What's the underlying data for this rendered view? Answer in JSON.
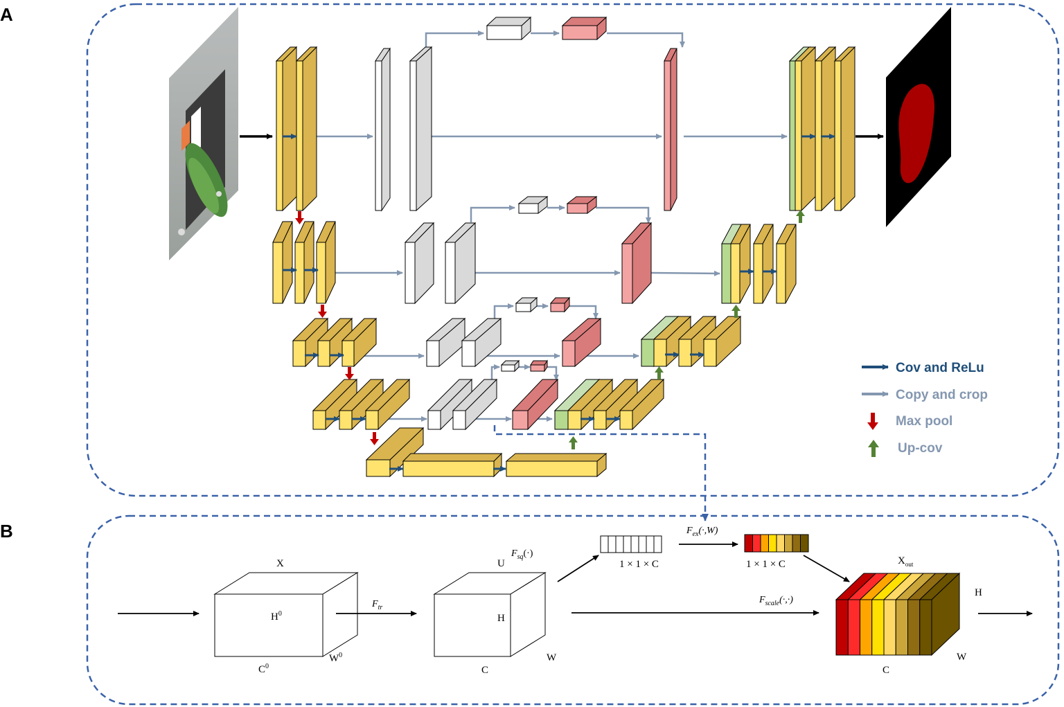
{
  "panels": {
    "a": "A",
    "b": "B"
  },
  "legend": {
    "items": [
      {
        "label": "Cov and ReLu",
        "color": "#1f4e79"
      },
      {
        "label": "Copy and crop",
        "color": "#8497b0"
      },
      {
        "label": "Max pool",
        "color": "#c00000"
      },
      {
        "label": "Up-cov",
        "color": "#548235"
      }
    ]
  },
  "se_block": {
    "x_label": "X",
    "h0": "H",
    "h0_sup": "0",
    "w0": "W",
    "w0_sup": "0",
    "c0": "C",
    "c0_sup": "0",
    "f_tr": "F",
    "f_tr_sub": "tr",
    "u_label": "U",
    "h": "H",
    "w": "W",
    "c": "C",
    "f_sq": "F",
    "f_sq_sub": "sq",
    "f_sq_arg": "(·)",
    "dim1": "1 × 1 × C",
    "f_ex": "F",
    "f_ex_sub": "ex",
    "f_ex_arg": "(·,W)",
    "dim2": "1 × 1 × C",
    "f_scale": "F",
    "f_scale_sub": "scale",
    "f_scale_arg": "(·,·)",
    "x_out": "X",
    "x_out_sub": "out",
    "h_out": "H",
    "w_out": "W",
    "c_out": "C"
  },
  "colors": {
    "yellow_front": "#ffe36e",
    "yellow_side": "#d9b44f",
    "white_front": "#ffffff",
    "white_side": "#d9d9d9",
    "pink_front": "#f4a3a3",
    "pink_side": "#d97b7b",
    "green_front": "#b5d98f",
    "green_side": "#c6e0b4",
    "dashed": "#3a62a8",
    "se_stripes": [
      "#c00000",
      "#ff2b2b",
      "#ffa500",
      "#ffe000",
      "#ffd966",
      "#c9a53a",
      "#8f6b12",
      "#6b5300"
    ]
  }
}
